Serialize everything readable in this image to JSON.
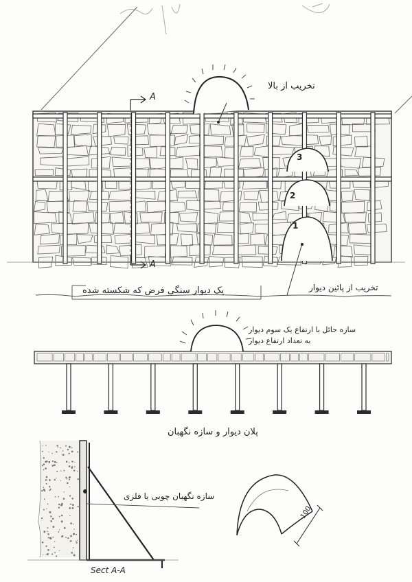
{
  "labels": {
    "top_arch_note": "تخریب از بالا",
    "wall_caption": "یک دیوار سنگی فرض که شکسته شده",
    "wall_bottom_note": "تخریب از پائین دیوار",
    "frame_note_line1": "سازه حائل با ارتفاع یک سوم دیوار",
    "frame_note_line2": "به تعداد ارتفاع دیوار",
    "plan_caption": "پلان دیوار و سازه نگهبان",
    "section_support_note": "سازه نگهبان چوبی یا فلزی",
    "section_caption": "Sect A-A",
    "section_marker_a": "A",
    "dimension": "100",
    "step_1": "1",
    "step_2": "2",
    "step_3": "3"
  },
  "wall": {
    "post_count": 10,
    "beam_count": 2
  },
  "plan": {
    "support_count": 8
  },
  "colors": {
    "ink": "#2b2b2b",
    "pencil": "#555555",
    "paper": "#fdfdfb"
  }
}
